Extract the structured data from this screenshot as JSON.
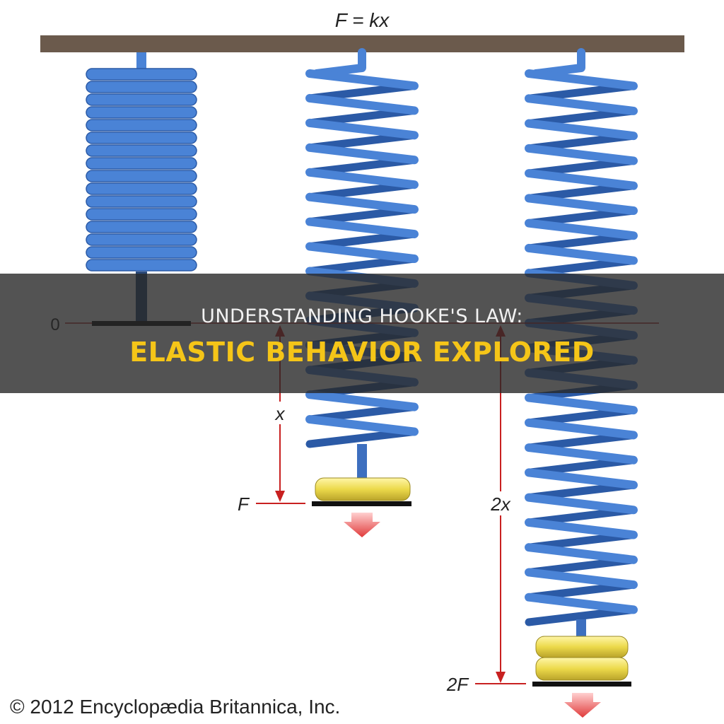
{
  "diagram": {
    "formula": "F = kx",
    "zero_label": "0",
    "displacement_label_1": "x",
    "force_label_1": "F",
    "displacement_label_2": "2x",
    "force_label_2": "2F",
    "copyright": "© 2012 Encyclopædia Britannica, Inc."
  },
  "overlay": {
    "title_line1": "UNDERSTANDING HOOKE'S LAW:",
    "title_line2": "ELASTIC BEHAVIOR EXPLORED"
  },
  "colors": {
    "spring": "#4a83d6",
    "spring_dark": "#2b5aa6",
    "ceiling": "#6b5a4c",
    "arrow_red": "#d42a2a",
    "weight_gold": "#ecd94a",
    "title_accent": "#f5c518"
  }
}
